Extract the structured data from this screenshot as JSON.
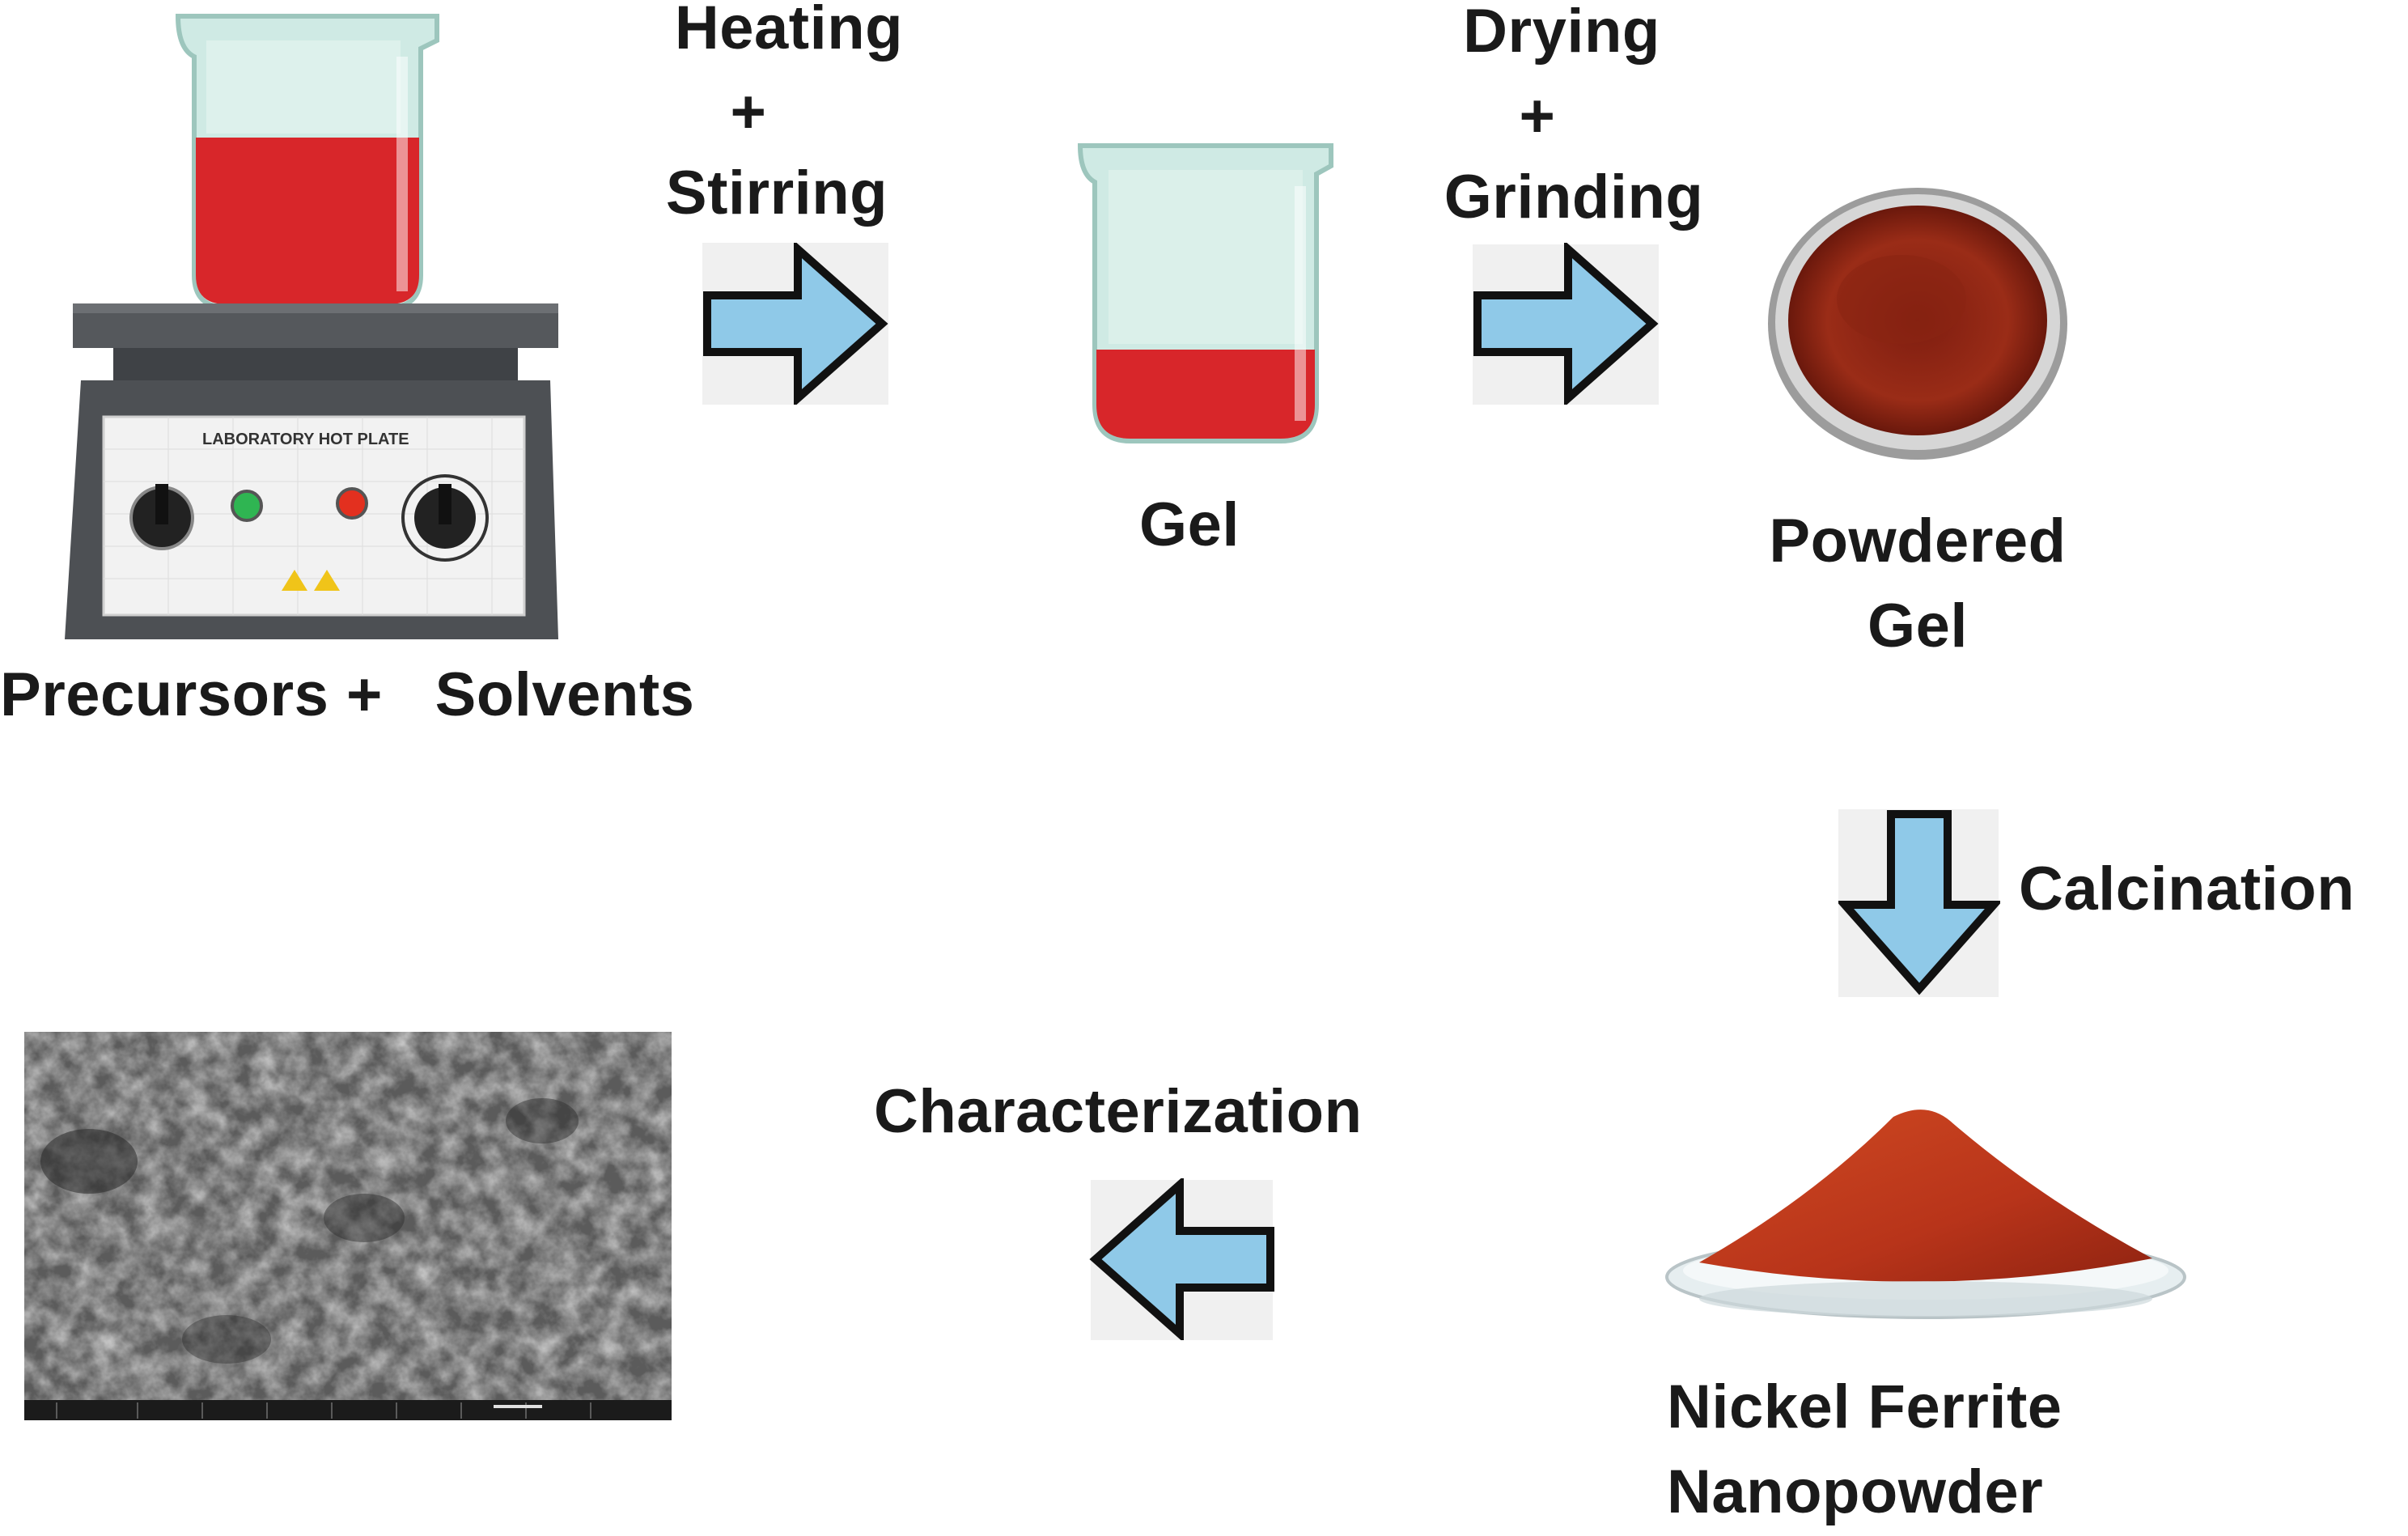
{
  "diagram": {
    "steps": {
      "precursors": "Precursors +   Solvents",
      "gel": "Gel",
      "powdered_gel": [
        "Powdered",
        "Gel"
      ],
      "nanopowder": [
        "Nickel Ferrite",
        "Nanopowder"
      ]
    },
    "transitions": {
      "heating": [
        "Heating",
        "+",
        "Stirring"
      ],
      "drying": [
        "Drying",
        "+",
        "Grinding"
      ],
      "calcination": "Calcination",
      "characterization": "Characterization"
    },
    "hot_plate": {
      "panel_label": "LABORATORY HOT PLATE"
    }
  },
  "colors": {
    "arrow_fill": "#8fc9e8",
    "arrow_stroke": "#111111",
    "liquid_red": "#d8262a",
    "beaker_glass": "#bfe3dc",
    "powder": "#9c2a14",
    "nanopowder": "#c0391b",
    "sem_gray": "#8a8a8a"
  }
}
